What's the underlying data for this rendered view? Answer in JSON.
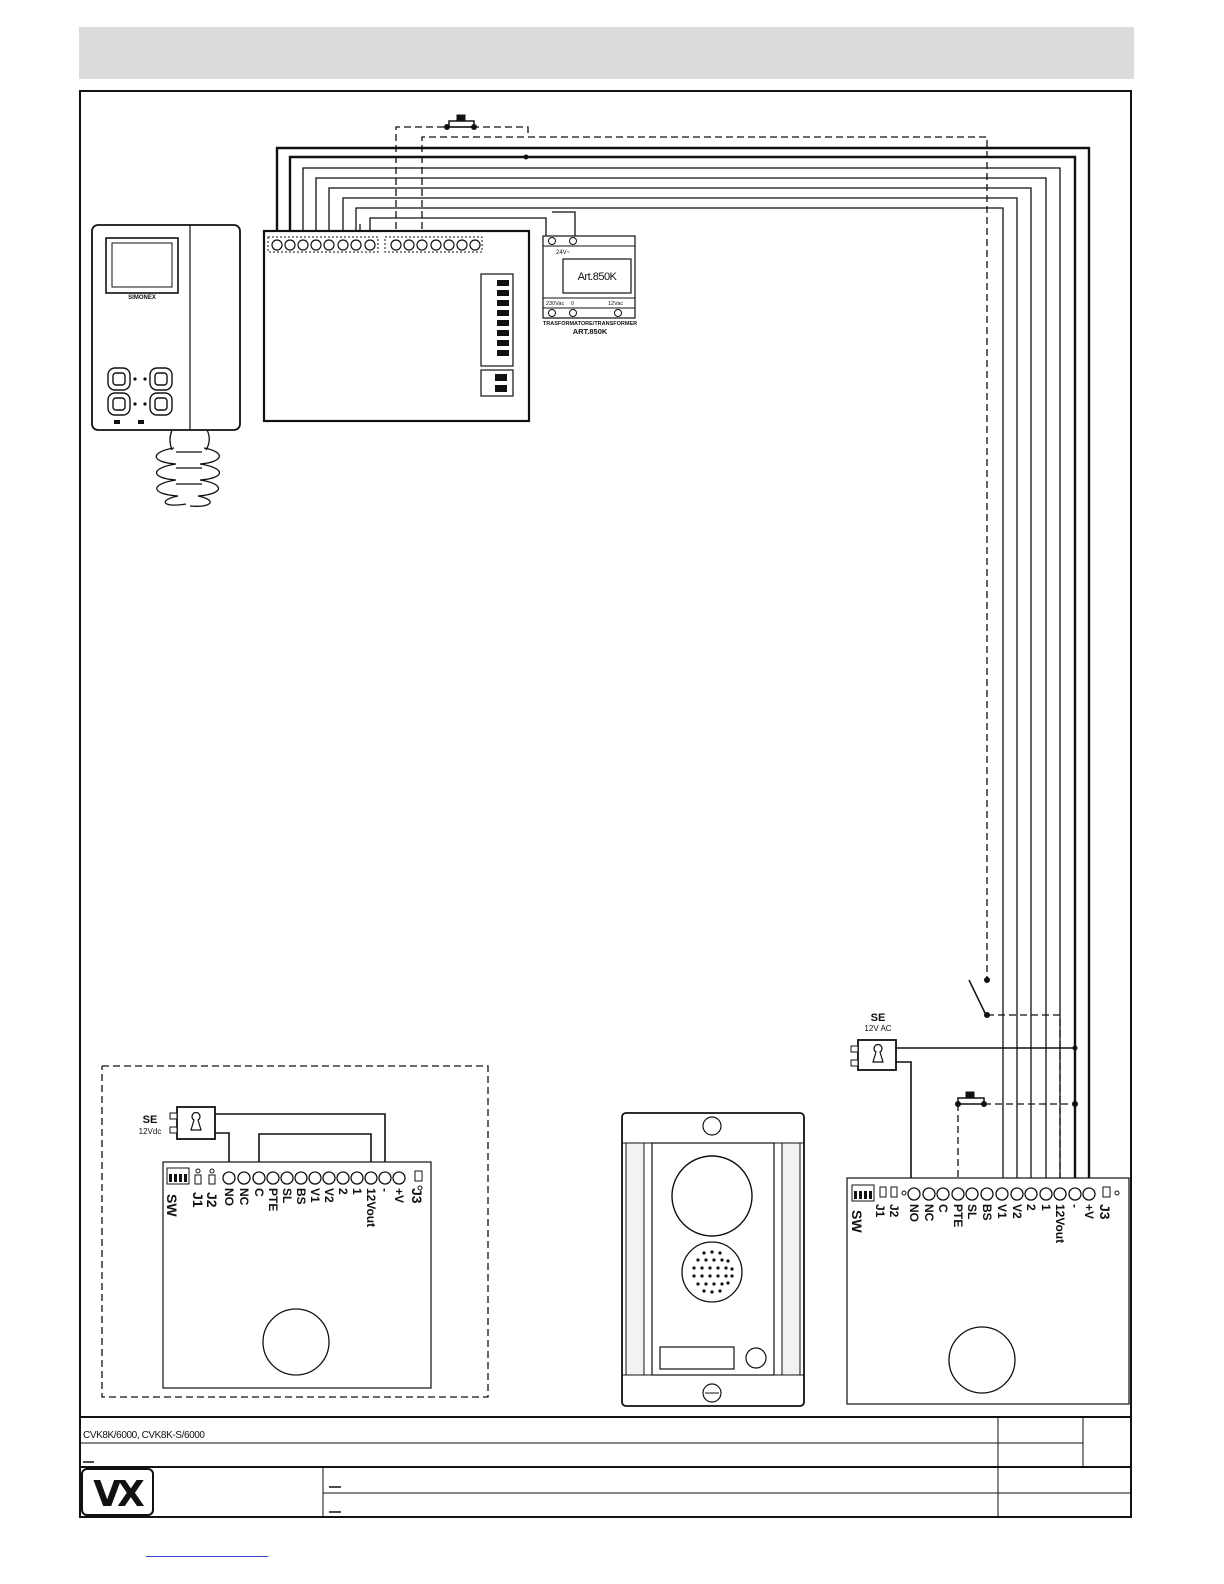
{
  "header": {
    "band_color": "#dcdcdc"
  },
  "monitor": {
    "brand": "SIMONEX",
    "icon": "videophone-icon"
  },
  "transformer": {
    "model_label": "Art.850K",
    "top_terminal_label": "24V~",
    "bottom_labels": [
      "230Vac",
      "0",
      "12Vac"
    ],
    "caption_line1": "TRASFORMATORE/TRANSFORMER",
    "caption_line2": "ART.850K"
  },
  "lock_main": {
    "label": "SE",
    "sublabel": "12V AC"
  },
  "lock_alt": {
    "label": "SE",
    "sublabel": "12Vdc"
  },
  "terminal_labels": [
    "NO",
    "NC",
    "C",
    "PTE",
    "SL",
    "BS",
    "V1",
    "V2",
    "2",
    "1",
    "12Vout",
    "-",
    "+V"
  ],
  "jumpers": {
    "j1": "J1",
    "j2": "J2",
    "j3": "J3",
    "sw": "SW"
  },
  "title_block": {
    "models": "CVK8K/6000, CVK8K-S/6000",
    "logo": "VX"
  }
}
